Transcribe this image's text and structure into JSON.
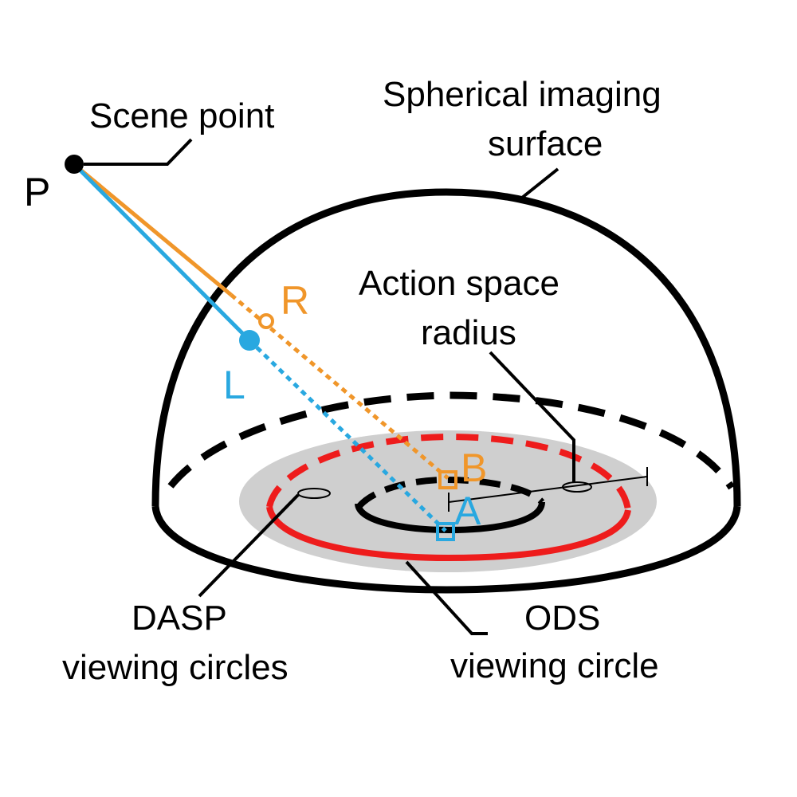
{
  "labels": {
    "scene_point": "Scene point",
    "spherical_line1": "Spherical imaging",
    "spherical_line2": "surface",
    "action_line1": "Action space",
    "action_line2": "radius",
    "dasp_line1": "DASP",
    "dasp_line2": "viewing circles",
    "ods_line1": "ODS",
    "ods_line2": "viewing circle"
  },
  "points": {
    "P": "P",
    "R": "R",
    "L": "L",
    "A": "A",
    "B": "B"
  },
  "colors": {
    "black": "#000000",
    "orange": "#f0962a",
    "blue": "#29a8e0",
    "red": "#ee1c1c",
    "gray_disk": "#cfcfcf",
    "background": "#ffffff"
  }
}
